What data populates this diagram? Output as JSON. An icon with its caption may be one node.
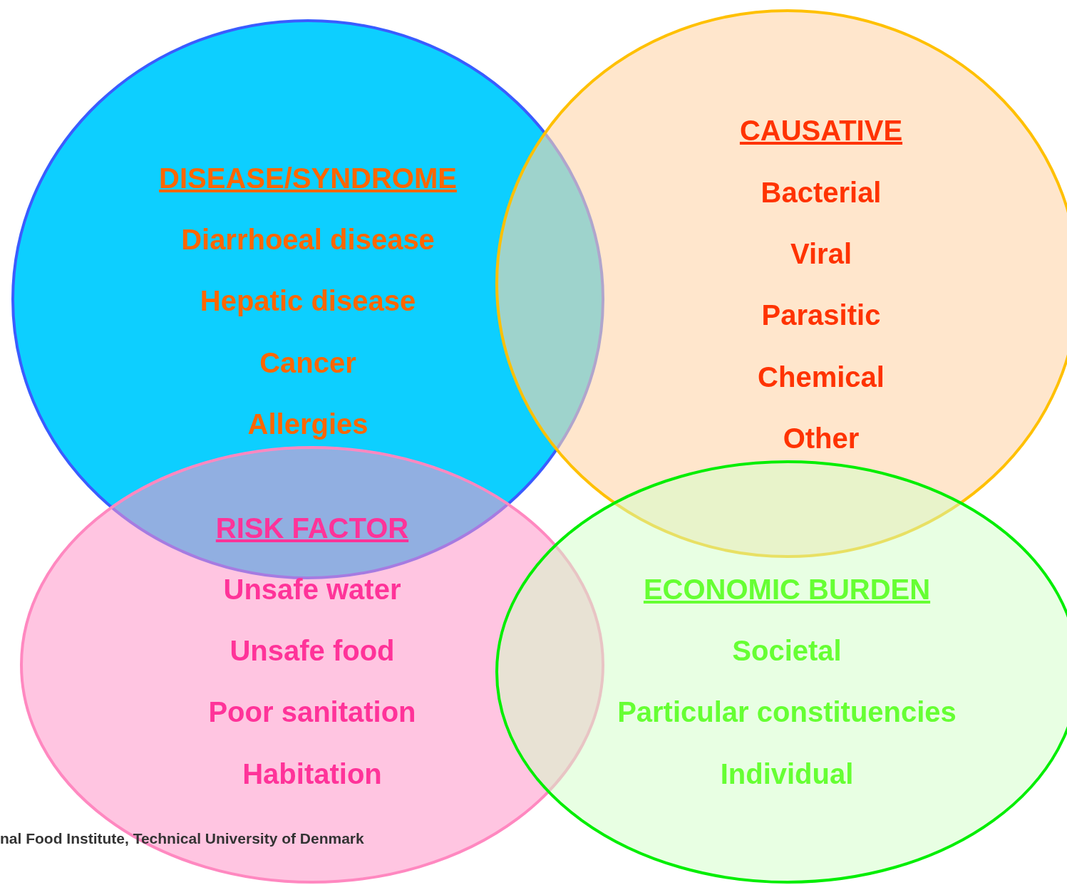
{
  "diagram": {
    "nodes": [
      {
        "text": [
          "DISEASE/SYNDROME",
          "Diarrhoeal disease",
          "Hepatic disease",
          "Cancer",
          "Allergies"
        ]
      },
      {
        "text": [
          "CAUSATIVE",
          "Bacterial",
          "Viral",
          "Parasitic",
          "Chemical",
          "Other"
        ]
      },
      {
        "text": [
          "RISK FACTOR",
          "Unsafe water",
          "Unsafe food",
          "Poor sanitation",
          "Habitation"
        ]
      },
      {
        "text": [
          "ECONOMIC BURDEN",
          "Societal",
          "Particular constituencies",
          "Individual"
        ]
      }
    ],
    "edges": [],
    "labels": [
      "nal Food Institute, Technical University of Denmark"
    ]
  }
}
